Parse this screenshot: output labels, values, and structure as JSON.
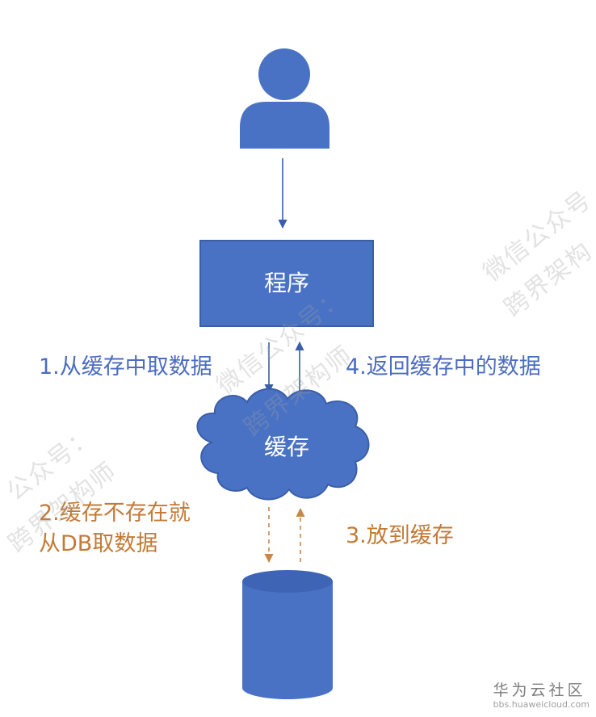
{
  "colors": {
    "shape_blue": "#4a72c4",
    "shape_stroke": "#3a5ea8",
    "label_blue": "#4b6cc0",
    "label_orange": "#c27a36",
    "arrow_blue": "#3a5ea8",
    "arrow_orange": "#c8874a"
  },
  "nodes": {
    "user": {
      "icon": "user-icon"
    },
    "program": {
      "label": "程序"
    },
    "cache": {
      "label": "缓存"
    },
    "database": {
      "icon": "database-icon"
    }
  },
  "steps": {
    "step1": "1.从缓存中取数据",
    "step4": "4.返回缓存中的数据",
    "step2_line1": "2.缓存不存在就",
    "step2_line2": "从DB取数据",
    "step3": "3.放到缓存"
  },
  "watermarks": {
    "line1": "微信公众号：",
    "line2": "跨界架构师",
    "left_line1": "公众号：",
    "left_line2": "跨界架构师",
    "right_line1": "微信公众号",
    "right_line2": "跨界架构"
  },
  "brand": {
    "name": "华为云社区",
    "url": "bbs.huaweicloud.com"
  }
}
